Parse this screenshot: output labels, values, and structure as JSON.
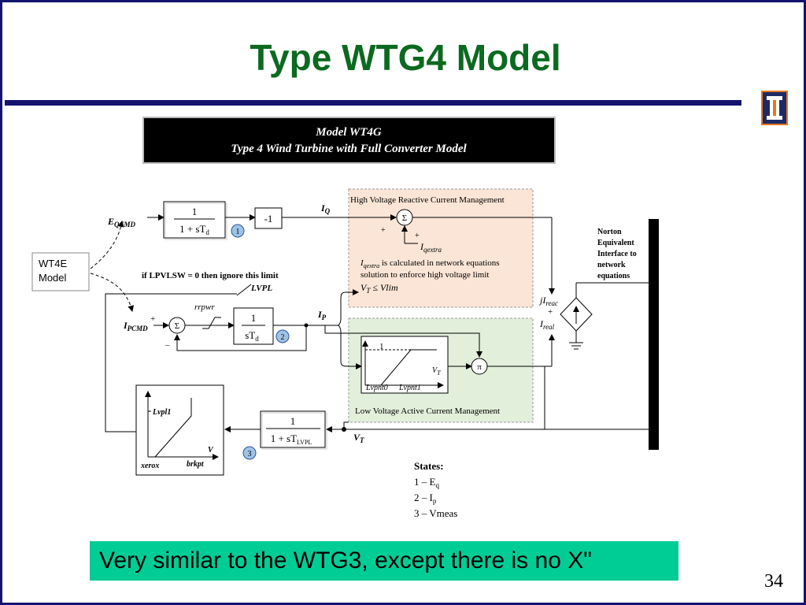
{
  "slide": {
    "title": "Type WTG4 Model",
    "callout": "Very similar to the WTG3, except there is no X\"",
    "page_number": "34",
    "logo": "university-i-logo"
  },
  "diagram": {
    "header_line1": "Model WT4G",
    "header_line2": "Type 4 Wind Turbine with Full Converter Model",
    "wt4e_line1": "WT4E",
    "wt4e_line2": "Model",
    "e_qcmd": "E",
    "e_qcmd_sub": "QCMD",
    "i_pcmd": "I",
    "i_pcmd_sub": "PCMD",
    "block1_num": "1",
    "block1_den": "1 + sT",
    "block1_den_sub": "d",
    "gain_neg1": "-1",
    "state1": "1",
    "block2_num": "1",
    "block2_den": "sT",
    "block2_den_sub": "d",
    "state2": "2",
    "block3_num": "1",
    "block3_den": "1 + sT",
    "block3_den_sub": "LVPL",
    "state3": "3",
    "iq_label": "I",
    "iq_sub": "Q",
    "ip_label": "I",
    "ip_sub": "P",
    "vt_label": "V",
    "vt_sub": "T",
    "rrpwr": "rrpwr",
    "lvpl": "LVPL",
    "lvplsw_note": "if LPVLSW = 0 then ignore this limit",
    "sum_symbol": "Σ",
    "pi_symbol": "π",
    "plus": "+",
    "minus": "–",
    "hv_title": "High Voltage Reactive Current Management",
    "iqextra": "I",
    "iqextra_sub": "qextra",
    "hv_note_line1": "is calculated in network equations",
    "hv_note_line2": "solution to enforce high voltage limit",
    "hv_condition_v": "V",
    "hv_condition_rest": " ≤ Vlim",
    "lv_title": "Low Voltage Active Current Management",
    "lv_one": "1",
    "lvpnt0": "Lvpnt0",
    "lvpnt1": "Lvpnt1",
    "lv_axis_v": "V",
    "lv_axis_sub": "T",
    "lvpl_graph_label": "Lvpl1",
    "lvpl_graph_axis": "V",
    "xerox": "xerox",
    "brkpt": "brkpt",
    "ireac_j": "jI",
    "ireac_sub": "reac",
    "ireal": "I",
    "ireal_sub": "real",
    "norton_lines": [
      "Norton",
      "Equivalent",
      "Interface to",
      "network",
      "equations"
    ],
    "states_title": "States:",
    "states": [
      {
        "pre": "1 – E",
        "sub": "q"
      },
      {
        "pre": "2 – I",
        "sub": "p"
      },
      {
        "pre": "3 – Vmeas",
        "sub": ""
      }
    ]
  }
}
